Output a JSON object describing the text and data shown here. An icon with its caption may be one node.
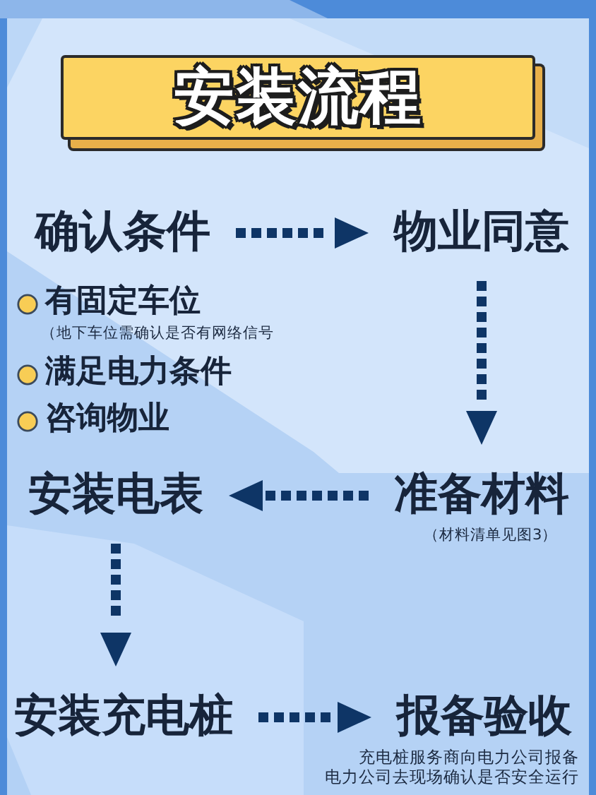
{
  "diagram": {
    "title": "安装流程",
    "nodes": [
      {
        "text": [
          "确认条件"
        ],
        "beside": [
          "有固定车位",
          "（地下车位需确认是否有网络信号",
          "满足电力条件",
          "咨询物业"
        ]
      },
      {
        "text": [
          "物业同意"
        ]
      },
      {
        "text": [
          "安装电表"
        ]
      },
      {
        "text": [
          "准备材料"
        ],
        "beside": [
          "（材料清单见图3）"
        ]
      },
      {
        "text": [
          "安装充电桩"
        ]
      },
      {
        "text": [
          "报备验收"
        ],
        "beside": [
          "充电桩服务商向电力公司报备",
          "电力公司去现场确认是否安全运行"
        ]
      }
    ],
    "edges": [
      {
        "from": 0,
        "to": 1,
        "arrow": "to"
      },
      {
        "from": 1,
        "to": 3,
        "arrow": "to"
      },
      {
        "from": 3,
        "to": 2,
        "arrow": "to"
      },
      {
        "from": 2,
        "to": 4,
        "arrow": "to"
      },
      {
        "from": 4,
        "to": 5,
        "arrow": "to"
      }
    ]
  }
}
